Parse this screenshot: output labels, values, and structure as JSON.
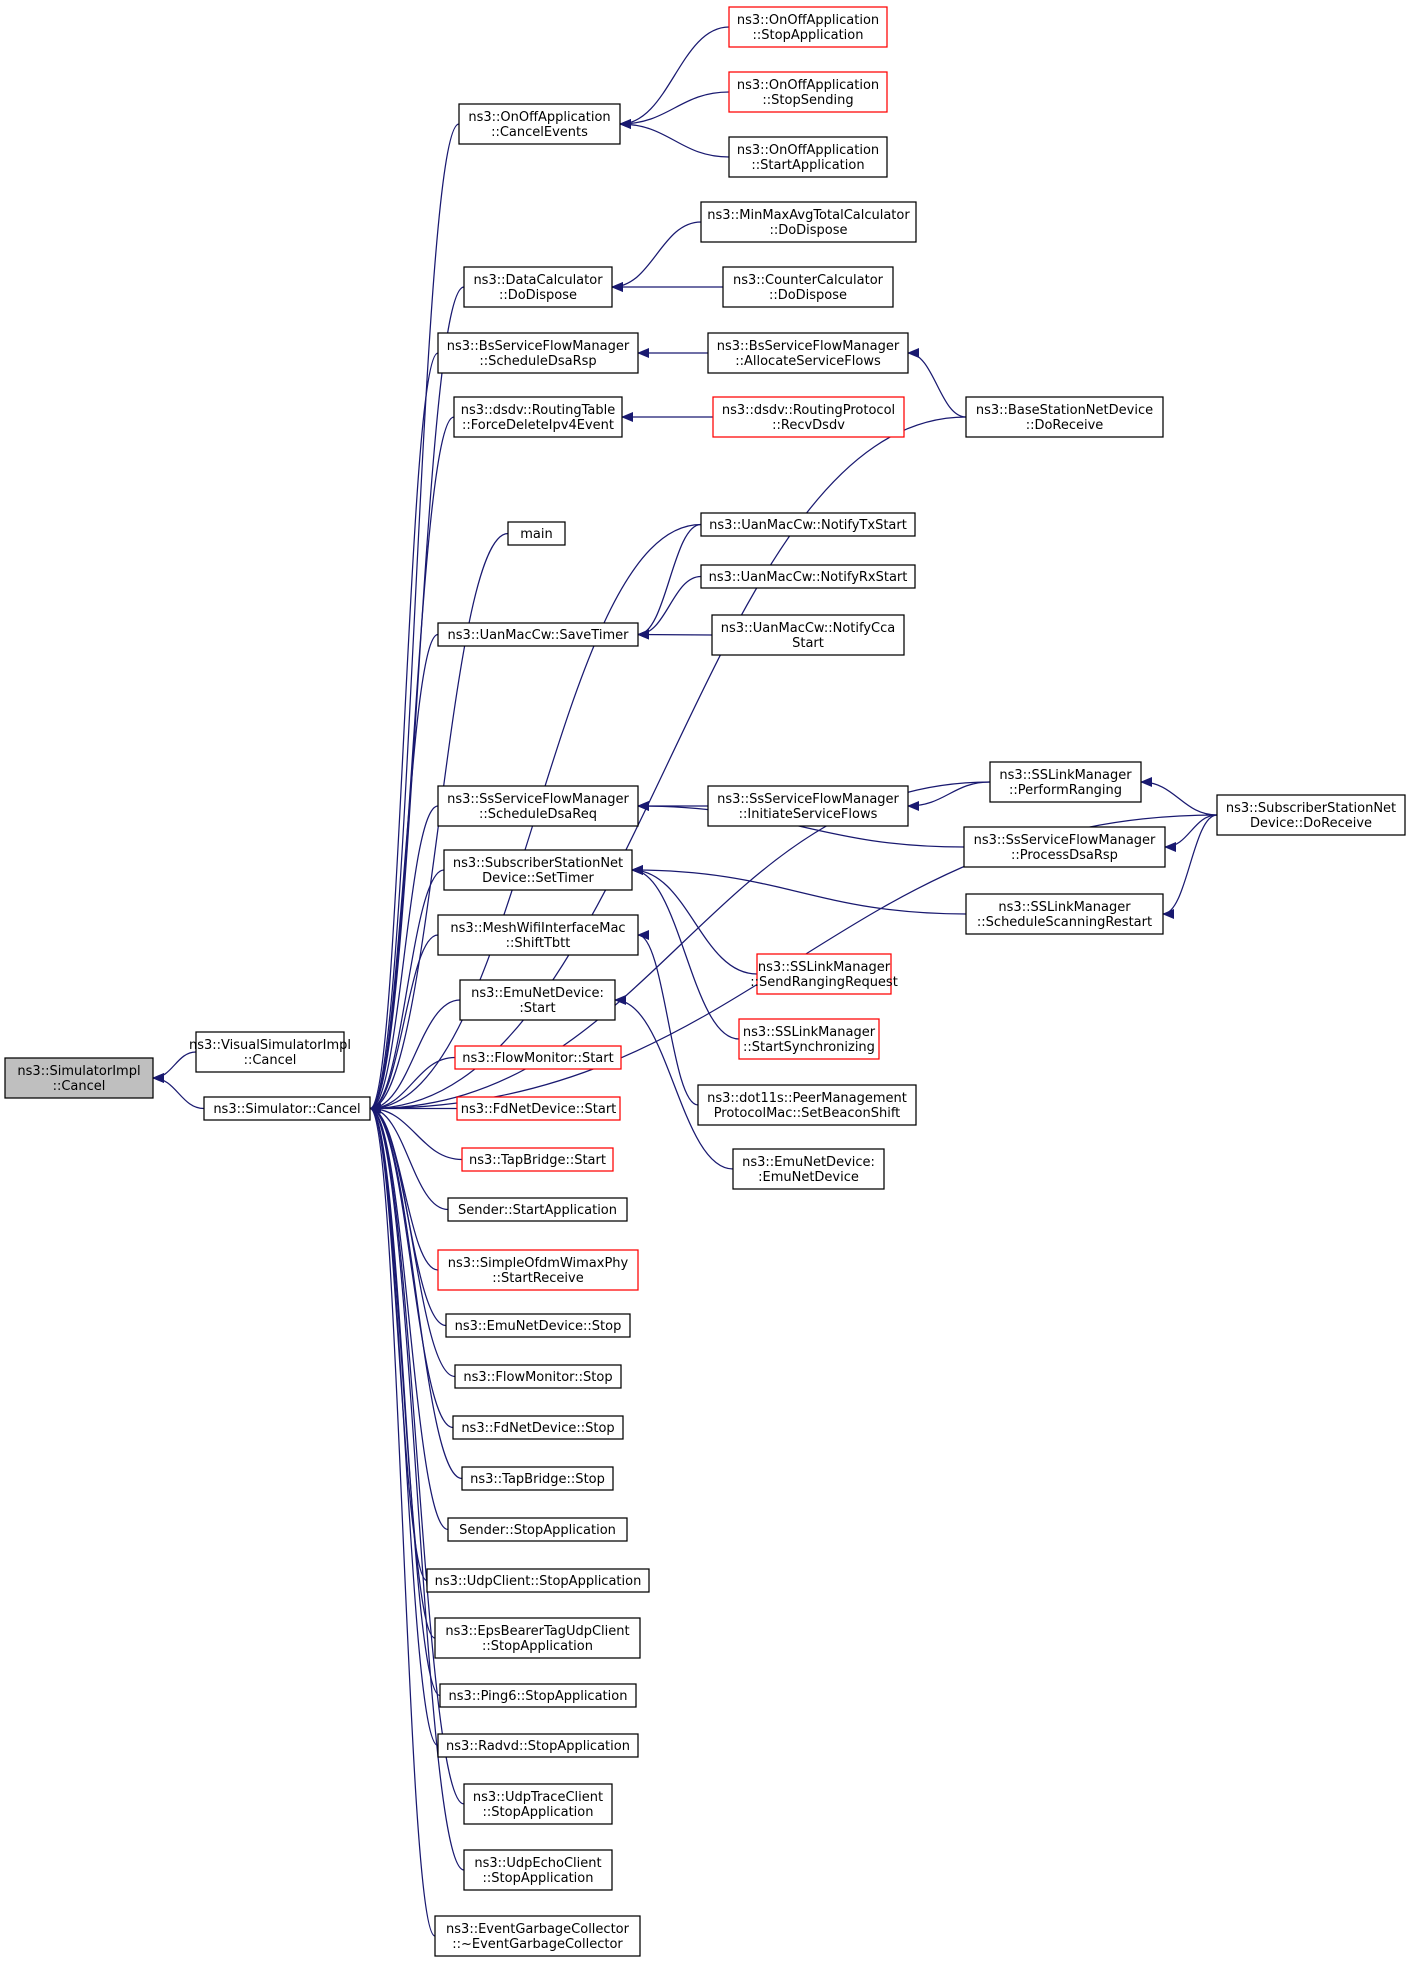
{
  "edge_color": "#191970",
  "highlight_color": "#bfbfbf",
  "link_border_color": "#ff0000",
  "nodes": [
    {
      "id": "simimpl",
      "lines": [
        "ns3::SimulatorImpl",
        "::Cancel"
      ],
      "style": "root"
    },
    {
      "id": "vsimimpl",
      "lines": [
        "ns3::VisualSimulatorImpl",
        "::Cancel"
      ]
    },
    {
      "id": "simcancel",
      "lines": [
        "ns3::Simulator::Cancel"
      ]
    },
    {
      "id": "onoffcancel",
      "lines": [
        "ns3::OnOffApplication",
        "::CancelEvents"
      ]
    },
    {
      "id": "onoffstopapp",
      "lines": [
        "ns3::OnOffApplication",
        "::StopApplication"
      ],
      "style": "red"
    },
    {
      "id": "onoffstopsend",
      "lines": [
        "ns3::OnOffApplication",
        "::StopSending"
      ],
      "style": "red"
    },
    {
      "id": "onoffstartapp",
      "lines": [
        "ns3::OnOffApplication",
        "::StartApplication"
      ]
    },
    {
      "id": "datacalc",
      "lines": [
        "ns3::DataCalculator",
        "::DoDispose"
      ]
    },
    {
      "id": "minmax",
      "lines": [
        "ns3::MinMaxAvgTotalCalculator",
        "::DoDispose"
      ]
    },
    {
      "id": "counter",
      "lines": [
        "ns3::CounterCalculator",
        "::DoDispose"
      ]
    },
    {
      "id": "bsdsarsp",
      "lines": [
        "ns3::BsServiceFlowManager",
        "::ScheduleDsaRsp"
      ]
    },
    {
      "id": "bsalloc",
      "lines": [
        "ns3::BsServiceFlowManager",
        "::AllocateServiceFlows"
      ]
    },
    {
      "id": "bsrecv",
      "lines": [
        "ns3::BaseStationNetDevice",
        "::DoReceive"
      ]
    },
    {
      "id": "dsdvforce",
      "lines": [
        "ns3::dsdv::RoutingTable",
        "::ForceDeleteIpv4Event"
      ]
    },
    {
      "id": "dsdvrecv",
      "lines": [
        "ns3::dsdv::RoutingProtocol",
        "::RecvDsdv"
      ],
      "style": "red"
    },
    {
      "id": "main",
      "lines": [
        "main"
      ]
    },
    {
      "id": "uantx",
      "lines": [
        "ns3::UanMacCw::NotifyTxStart"
      ]
    },
    {
      "id": "uanrx",
      "lines": [
        "ns3::UanMacCw::NotifyRxStart"
      ]
    },
    {
      "id": "uansave",
      "lines": [
        "ns3::UanMacCw::SaveTimer"
      ]
    },
    {
      "id": "uancca",
      "lines": [
        "ns3::UanMacCw::NotifyCca",
        "Start"
      ]
    },
    {
      "id": "ssperf",
      "lines": [
        "ns3::SSLinkManager",
        "::PerformRanging"
      ]
    },
    {
      "id": "ssdsareq",
      "lines": [
        "ns3::SsServiceFlowManager",
        "::ScheduleDsaReq"
      ]
    },
    {
      "id": "ssinit",
      "lines": [
        "ns3::SsServiceFlowManager",
        "::InitiateServiceFlows"
      ]
    },
    {
      "id": "ssrecv",
      "lines": [
        "ns3::SubscriberStationNet",
        "Device::DoReceive"
      ]
    },
    {
      "id": "ssprocdsa",
      "lines": [
        "ns3::SsServiceFlowManager",
        "::ProcessDsaRsp"
      ]
    },
    {
      "id": "sssettimer",
      "lines": [
        "ns3::SubscriberStationNet",
        "Device::SetTimer"
      ]
    },
    {
      "id": "sssched",
      "lines": [
        "ns3::SSLinkManager",
        "::ScheduleScanningRestart"
      ]
    },
    {
      "id": "sssendrang",
      "lines": [
        "ns3::SSLinkManager",
        "::SendRangingRequest"
      ],
      "style": "red"
    },
    {
      "id": "ssstartsync",
      "lines": [
        "ns3::SSLinkManager",
        "::StartSynchronizing"
      ],
      "style": "red"
    },
    {
      "id": "meshshift",
      "lines": [
        "ns3::MeshWifiInterfaceMac",
        "::ShiftTbtt"
      ]
    },
    {
      "id": "dot11s",
      "lines": [
        "ns3::dot11s::PeerManagement",
        "ProtocolMac::SetBeaconShift"
      ]
    },
    {
      "id": "emustart",
      "lines": [
        "ns3::EmuNetDevice:",
        ":Start"
      ]
    },
    {
      "id": "emuctor",
      "lines": [
        "ns3::EmuNetDevice:",
        ":EmuNetDevice"
      ]
    },
    {
      "id": "flowstart",
      "lines": [
        "ns3::FlowMonitor::Start"
      ],
      "style": "red"
    },
    {
      "id": "fdstart",
      "lines": [
        "ns3::FdNetDevice::Start"
      ],
      "style": "red"
    },
    {
      "id": "tapstart",
      "lines": [
        "ns3::TapBridge::Start"
      ],
      "style": "red"
    },
    {
      "id": "senderstart",
      "lines": [
        "Sender::StartApplication"
      ]
    },
    {
      "id": "ofdmrecv",
      "lines": [
        "ns3::SimpleOfdmWimaxPhy",
        "::StartReceive"
      ],
      "style": "red"
    },
    {
      "id": "emustop",
      "lines": [
        "ns3::EmuNetDevice::Stop"
      ]
    },
    {
      "id": "flowstop",
      "lines": [
        "ns3::FlowMonitor::Stop"
      ]
    },
    {
      "id": "fdstop",
      "lines": [
        "ns3::FdNetDevice::Stop"
      ]
    },
    {
      "id": "tapstop",
      "lines": [
        "ns3::TapBridge::Stop"
      ]
    },
    {
      "id": "senderstop",
      "lines": [
        "Sender::StopApplication"
      ]
    },
    {
      "id": "udpclistop",
      "lines": [
        "ns3::UdpClient::StopApplication"
      ]
    },
    {
      "id": "epsstop",
      "lines": [
        "ns3::EpsBearerTagUdpClient",
        "::StopApplication"
      ]
    },
    {
      "id": "ping6stop",
      "lines": [
        "ns3::Ping6::StopApplication"
      ]
    },
    {
      "id": "radvdstop",
      "lines": [
        "ns3::Radvd::StopApplication"
      ]
    },
    {
      "id": "udptrace",
      "lines": [
        "ns3::UdpTraceClient",
        "::StopApplication"
      ]
    },
    {
      "id": "udpecho",
      "lines": [
        "ns3::UdpEchoClient",
        "::StopApplication"
      ]
    },
    {
      "id": "egc",
      "lines": [
        "ns3::EventGarbageCollector",
        "::~EventGarbageCollector"
      ]
    }
  ],
  "edges": [
    {
      "from": "vsimimpl",
      "to": "simimpl"
    },
    {
      "from": "simcancel",
      "to": "simimpl"
    },
    {
      "from": "onoffcancel",
      "to": "simcancel"
    },
    {
      "from": "datacalc",
      "to": "simcancel"
    },
    {
      "from": "bsdsarsp",
      "to": "simcancel"
    },
    {
      "from": "dsdvforce",
      "to": "simcancel"
    },
    {
      "from": "bsrecv",
      "to": "simcancel"
    },
    {
      "from": "main",
      "to": "simcancel"
    },
    {
      "from": "uantx",
      "to": "simcancel"
    },
    {
      "from": "uansave",
      "to": "simcancel"
    },
    {
      "from": "ssrecv",
      "to": "simcancel"
    },
    {
      "from": "ssperf",
      "to": "simcancel"
    },
    {
      "from": "ssdsareq",
      "to": "simcancel"
    },
    {
      "from": "sssettimer",
      "to": "simcancel"
    },
    {
      "from": "meshshift",
      "to": "simcancel"
    },
    {
      "from": "emustart",
      "to": "simcancel"
    },
    {
      "from": "flowstart",
      "to": "simcancel"
    },
    {
      "from": "fdstart",
      "to": "simcancel"
    },
    {
      "from": "tapstart",
      "to": "simcancel"
    },
    {
      "from": "senderstart",
      "to": "simcancel"
    },
    {
      "from": "ofdmrecv",
      "to": "simcancel"
    },
    {
      "from": "emustop",
      "to": "simcancel"
    },
    {
      "from": "flowstop",
      "to": "simcancel"
    },
    {
      "from": "fdstop",
      "to": "simcancel"
    },
    {
      "from": "tapstop",
      "to": "simcancel"
    },
    {
      "from": "senderstop",
      "to": "simcancel"
    },
    {
      "from": "udpclistop",
      "to": "simcancel"
    },
    {
      "from": "epsstop",
      "to": "simcancel"
    },
    {
      "from": "ping6stop",
      "to": "simcancel"
    },
    {
      "from": "radvdstop",
      "to": "simcancel"
    },
    {
      "from": "udptrace",
      "to": "simcancel"
    },
    {
      "from": "udpecho",
      "to": "simcancel"
    },
    {
      "from": "egc",
      "to": "simcancel"
    },
    {
      "from": "onoffstopapp",
      "to": "onoffcancel"
    },
    {
      "from": "onoffstopsend",
      "to": "onoffcancel"
    },
    {
      "from": "onoffstartapp",
      "to": "onoffcancel"
    },
    {
      "from": "minmax",
      "to": "datacalc"
    },
    {
      "from": "counter",
      "to": "datacalc"
    },
    {
      "from": "bsalloc",
      "to": "bsdsarsp"
    },
    {
      "from": "bsrecv",
      "to": "bsalloc"
    },
    {
      "from": "dsdvrecv",
      "to": "dsdvforce"
    },
    {
      "from": "uantx",
      "to": "uansave"
    },
    {
      "from": "uanrx",
      "to": "uansave"
    },
    {
      "from": "uancca",
      "to": "uansave"
    },
    {
      "from": "ssinit",
      "to": "ssdsareq"
    },
    {
      "from": "ssprocdsa",
      "to": "ssdsareq"
    },
    {
      "from": "ssperf",
      "to": "ssinit"
    },
    {
      "from": "ssrecv",
      "to": "ssperf"
    },
    {
      "from": "ssrecv",
      "to": "ssprocdsa"
    },
    {
      "from": "sssched",
      "to": "sssettimer"
    },
    {
      "from": "ssrecv",
      "to": "sssched"
    },
    {
      "from": "sssendrang",
      "to": "sssettimer"
    },
    {
      "from": "ssstartsync",
      "to": "sssettimer"
    },
    {
      "from": "dot11s",
      "to": "meshshift"
    },
    {
      "from": "emuctor",
      "to": "emustart"
    }
  ]
}
